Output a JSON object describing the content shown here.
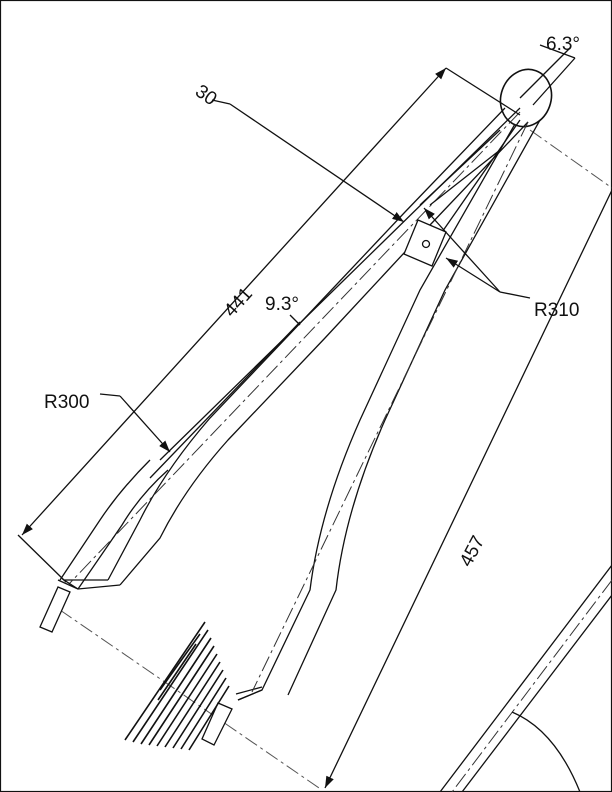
{
  "labels": {
    "angle_top": "6.3°",
    "dim_30": "30",
    "radius_310": "R310",
    "dim_441": "441",
    "angle_mid": "9.3°",
    "radius_300": "R300",
    "dim_457": "457"
  },
  "colors": {
    "line": "#111111",
    "background": "#ffffff"
  }
}
